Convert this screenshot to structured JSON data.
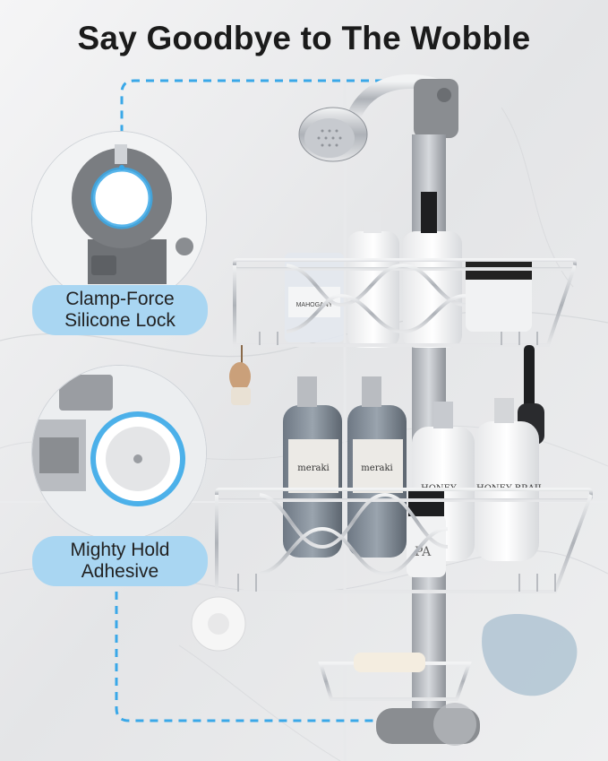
{
  "headline": "Say Goodbye to The Wobble",
  "callouts": [
    {
      "line1": "Clamp-Force",
      "line2": "Silicone Lock"
    },
    {
      "line1": "Mighty Hold",
      "line2": "Adhesive"
    }
  ],
  "product_labels": {
    "top_jar": "MAHOGANY",
    "mid_bottle_1": "meraki",
    "mid_bottle_2": "meraki",
    "mid_bottle_3": "HONEY",
    "mid_bottle_4": "HONEY BRAIL",
    "small_bottle": "PA"
  },
  "colors": {
    "callout_bg": "#a9d6f2",
    "accent_glow": "#3aa8e8",
    "rack_metal": "#c9ccd1",
    "clamp_gray": "#8a8d91"
  }
}
